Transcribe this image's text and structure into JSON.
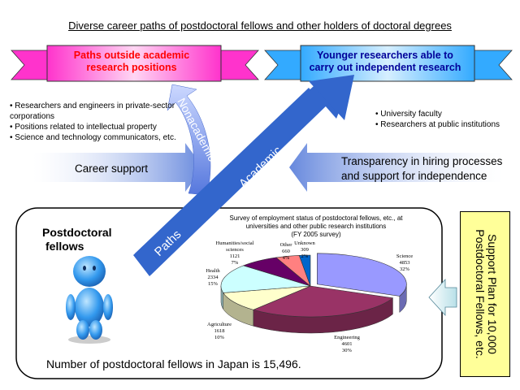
{
  "title": "Diverse career paths of postdoctoral fellows and other holders of doctoral degrees",
  "ribbons": {
    "left": {
      "line1": "Paths outside academic",
      "line2": "research positions"
    },
    "right": {
      "line1": "Younger researchers able to",
      "line2": "carry out independent research"
    }
  },
  "left_bullets": [
    "• Researchers and engineers in private-sector corporations",
    "• Positions related to intellectual property",
    "• Science and technology communicators, etc."
  ],
  "right_bullets": [
    "• University faculty",
    "• Researchers at public institutions"
  ],
  "career_support": "Career support",
  "transparency": "Transparency in hiring processes and support for independence",
  "arrows": {
    "nonacademic": "Nonacademic",
    "academic": "Academic",
    "paths": "Paths"
  },
  "postdoc_label": {
    "line1": "Postdoctoral",
    "line2": "fellows"
  },
  "survey_title": {
    "line1": "Survey of employment status of postdoctoral fellows, etc., at",
    "line2": "universities and other public research institutions",
    "line3": "(FY 2005 survey)"
  },
  "total_text": "Number of postdoctoral fellows in Japan is 15,496.",
  "support_plan": "Support Plan for 10,000 Postdoctoral Fellows, etc.",
  "chart_data": {
    "type": "pie",
    "title": "Survey of employment status of postdoctoral fellows, etc., at universities and other public research institutions (FY 2005 survey)",
    "slices": [
      {
        "label": "Science",
        "value": 4853,
        "pct": "32%",
        "color": "#9999ff"
      },
      {
        "label": "Engineering",
        "value": 4601,
        "pct": "30%",
        "color": "#993366"
      },
      {
        "label": "Agriculture",
        "value": 1618,
        "pct": "10%",
        "color": "#ffffcc"
      },
      {
        "label": "Health",
        "value": 2334,
        "pct": "15%",
        "color": "#ccffff"
      },
      {
        "label": "Humanities/social sciences",
        "value": 1121,
        "pct": "7%",
        "color": "#660066"
      },
      {
        "label": "Other",
        "value": 660,
        "pct": "4%",
        "color": "#ff8080"
      },
      {
        "label": "Unknown",
        "value": 309,
        "pct": "2%",
        "color": "#0066cc"
      }
    ],
    "label_lines": [
      {
        "name": "Science",
        "l1": "Science",
        "l2": "4853",
        "l3": "32%"
      },
      {
        "name": "Engineering",
        "l1": "Engineering",
        "l2": "4601",
        "l3": "30%"
      },
      {
        "name": "Agriculture",
        "l1": "Agriculture",
        "l2": "1618",
        "l3": "10%"
      },
      {
        "name": "Health",
        "l1": "Health",
        "l2": "2334",
        "l3": "15%"
      },
      {
        "name": "Humanities",
        "l1": "Humanities/social",
        "l2": "sciences",
        "l3": "1121",
        "l4": "7%"
      },
      {
        "name": "Other",
        "l1": "Other",
        "l2": "660",
        "l3": "4%"
      },
      {
        "name": "Unknown",
        "l1": "Unknown",
        "l2": "309",
        "l3": "2%"
      }
    ]
  }
}
